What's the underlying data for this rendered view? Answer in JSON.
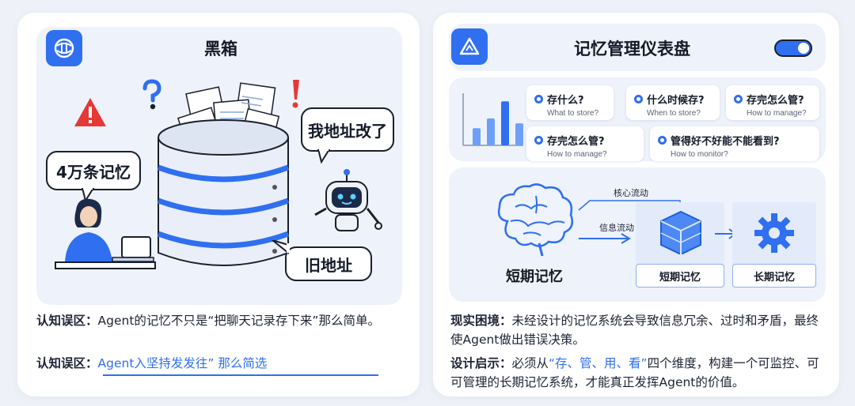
{
  "left": {
    "title": "黑箱",
    "bubble_memory": "4万条记忆",
    "bubble_address_changed": "我地址改了",
    "bubble_old_address": "旧地址",
    "misconception_label": "认知误区：",
    "misconception_text": "Agent的记忆不只是“把聊天记录存下来”那么简单。",
    "misconception2_label": "认知误区：",
    "misconception2_text": "Agent入坚持发发往” 那么简选"
  },
  "right": {
    "title": "记忆管理仪表盘",
    "toggle_on": true,
    "questions": [
      {
        "title": "存什么?",
        "sub": "What to store?"
      },
      {
        "title": "什么时候存?",
        "sub": "When to store?"
      },
      {
        "title": "存完怎么管?",
        "sub": "How to manage?"
      },
      {
        "title": "存完怎么管?",
        "sub": "How to manage?"
      },
      {
        "title": "管得好不好能不能看到?",
        "sub": "How to monitor?"
      }
    ],
    "bars": [
      0.35,
      0.55,
      0.9,
      0.45
    ],
    "core_flow_label": "核心流动",
    "info_flow_label": "信息流动",
    "brain_label": "短期记忆",
    "short_term_label": "短期记忆",
    "long_term_label": "长期记忆",
    "reality_label": "现实困境：",
    "reality_text": "未经设计的记忆系统会导致信息冗余、过时和矛盾，最终使Agent做出错误决策。",
    "design_label": "设计启示：",
    "design_text_pre": "必须从",
    "design_text_highlight": "“存、管、用、看”",
    "design_text_post": "四个维度，构建一个可监控、可可管理的长期记忆系统，才能真正发挥Agent的价值。"
  },
  "colors": {
    "accent": "#2f6ff0",
    "warning_red": "#e53935",
    "panel": "#eef2fa"
  }
}
